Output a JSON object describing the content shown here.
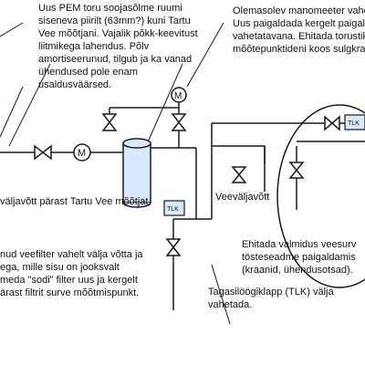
{
  "notes": {
    "pipe_note": "Uus PEM toru soojasõlme ruumi\nsiseneva piirilt (63mm?) kuni Tartu\nVee mõõtjani. Vajalik põkk-keevitust\nliitmikega lahendus. Põlv\namortiseerunud, tilgub ja ka vanad\nühendused pole enam\nusaldusväärsed.",
    "manometer_note": "Olemasolev manomeeter vahe\nUus paigaldada kergelt paigald\nvahetatavana. Ehitada torustik\nmõõtepunktideni koos sulgkraa",
    "valve_after_meter": "väljavõtt pärast Tartu Vee mõõtjat.",
    "filter_note": "nud veefilter vahelt välja võtta ja\nega, mille sisu on jooksvalt\nmeda \"sodi\" filter uus ja kergelt\närast filtrit surve mõõtmispunkt.",
    "water_outlet": "Veeväljavõtt",
    "readiness_note": "Ehitada valmidus veesurv\ntösteseadme paigaldamis\n(kraanid, ühendusotsad).",
    "check_valve_note": "Tagasilöögiklapp (TLK) välja\nvahetada."
  },
  "symbols": {
    "meter_letter": "M",
    "check_valve_label": "TLK"
  },
  "colors": {
    "line": "#1a1a1a",
    "tank_fill": "#dae8fc",
    "tank_stroke": "#1a1a1a"
  }
}
